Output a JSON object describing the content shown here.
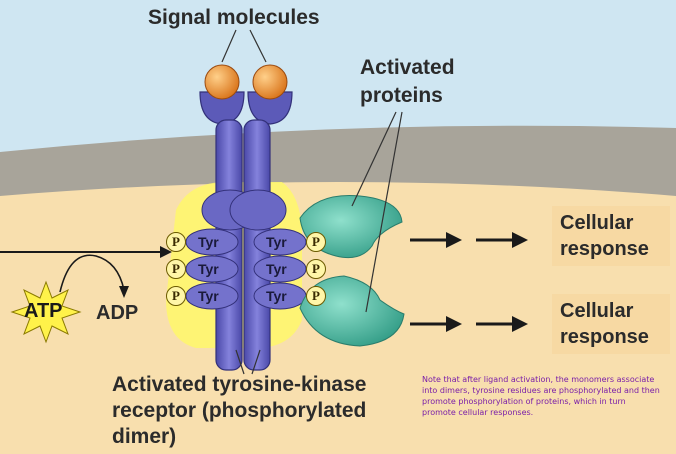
{
  "labels": {
    "signal_molecules": "Signal molecules",
    "activated_proteins_line1": "Activated",
    "activated_proteins_line2": "proteins",
    "atp": "ATP",
    "adp": "ADP",
    "receptor_line1": "Activated tyrosine-kinase",
    "receptor_line2": "receptor (phosphorylated",
    "receptor_line3": "dimer)",
    "cellular_response_1_line1": "Cellular",
    "cellular_response_1_line2": "response",
    "cellular_response_2_line1": "Cellular",
    "cellular_response_2_line2": "response",
    "tyr": "Tyr",
    "phosphate": "P"
  },
  "note": "Note that after ligand activation, the monomers associate into dimers, tyrosine residues are phosphorylated and then promote phosphorylation of proteins, which in turn promote cellular responses.",
  "colors": {
    "extracellular": "#cfe6f2",
    "membrane": "#a8a49a",
    "cytoplasm": "#f8dfae",
    "receptor": "#6a68c4",
    "receptor_dark": "#3e3c96",
    "signal_molecule": "#f0902a",
    "activated_protein": "#4fb7a0",
    "response_box": "#f7d9a3",
    "atp_star": "#fff24a",
    "glow": "#fff86a",
    "note_text": "#7a1fa8"
  }
}
